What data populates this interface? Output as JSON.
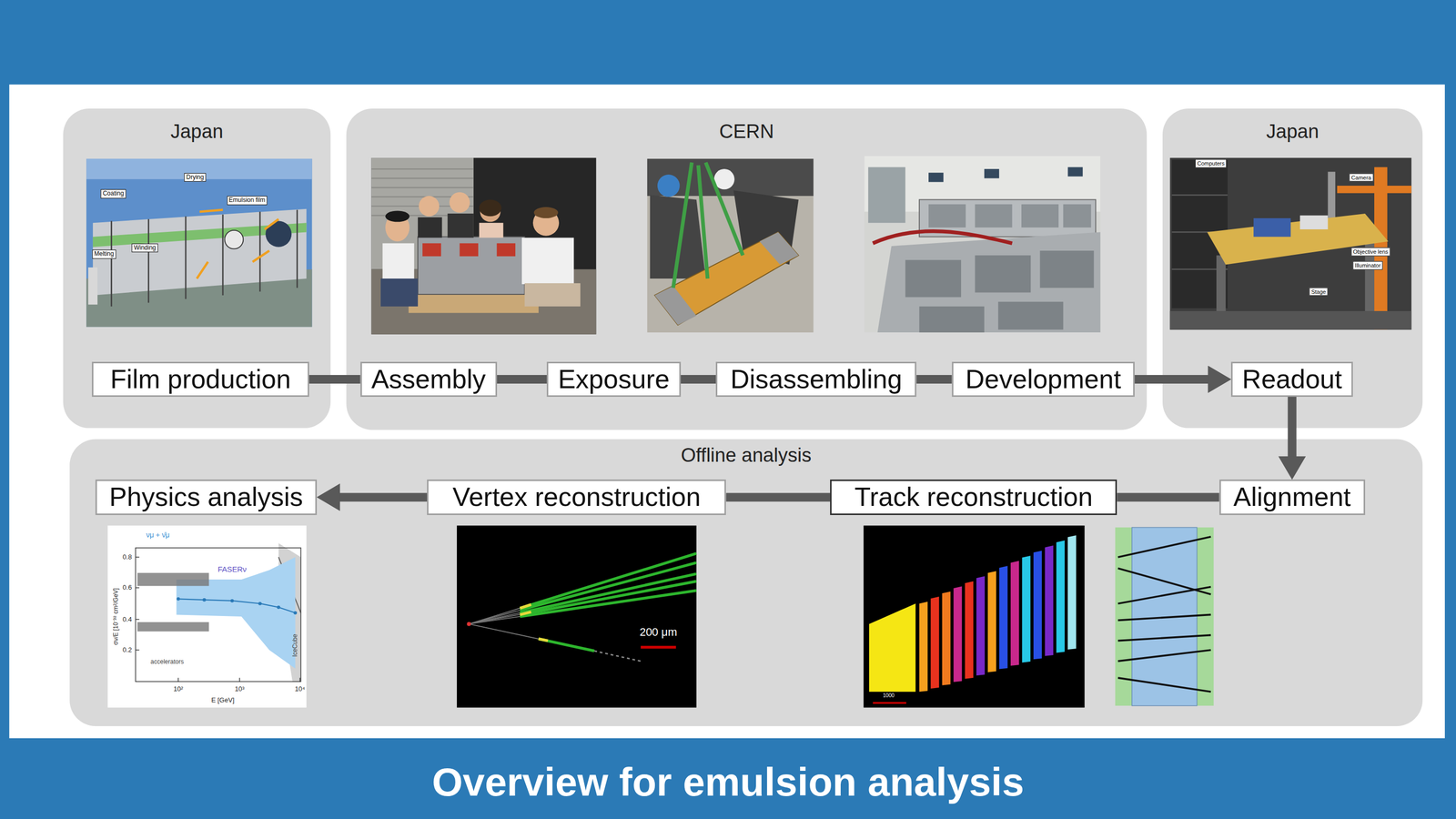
{
  "diagram": {
    "title": "Overview for emulsion analysis",
    "nodes": [
      {
        "text": [
          "Japan"
        ]
      },
      {
        "text": [
          "Film production"
        ],
        "in": 0
      },
      {
        "text": [
          "CERN"
        ]
      },
      {
        "text": [
          "Assembly"
        ],
        "in": 2
      },
      {
        "text": [
          "Exposure"
        ],
        "in": 2
      },
      {
        "text": [
          "Disassembling"
        ],
        "in": 2
      },
      {
        "text": [
          "Development"
        ],
        "in": 2
      },
      {
        "text": [
          "Japan"
        ]
      },
      {
        "text": [
          "Readout"
        ],
        "in": 7
      },
      {
        "text": [
          "Offline analysis"
        ]
      },
      {
        "text": [
          "Physics analysis"
        ],
        "in": 9
      },
      {
        "text": [
          "Vertex reconstruction"
        ],
        "in": 9
      },
      {
        "text": [
          "Track reconstruction"
        ],
        "in": 9
      },
      {
        "text": [
          "Alignment"
        ],
        "in": 9
      }
    ],
    "edges": [
      {
        "from": 1,
        "to": 3,
        "arrow": "none"
      },
      {
        "from": 3,
        "to": 4,
        "arrow": "none"
      },
      {
        "from": 4,
        "to": 5,
        "arrow": "none"
      },
      {
        "from": 5,
        "to": 6,
        "arrow": "none"
      },
      {
        "from": 6,
        "to": 8,
        "arrow": "to"
      },
      {
        "from": 8,
        "to": 13,
        "arrow": "to"
      },
      {
        "from": 13,
        "to": 12,
        "arrow": "none"
      },
      {
        "from": 12,
        "to": 11,
        "arrow": "none"
      },
      {
        "from": 11,
        "to": 10,
        "arrow": "to"
      }
    ],
    "labels": [
      "Coating",
      "Drying",
      "Emulsion film",
      "Melting",
      "Winding",
      "Computers",
      "Camera",
      "Objective lens",
      "Illuminator",
      "Stage",
      "νμ + ν̄μ",
      "0.8",
      "0.6",
      "0.4",
      "0.2",
      "σν/E [10⁻³⁸ cm²/GeV]",
      "FASERν",
      "accelerators",
      "IceCube",
      "10²",
      "10³",
      "10⁴",
      "E [GeV]",
      "200 μm",
      "1000"
    ]
  }
}
